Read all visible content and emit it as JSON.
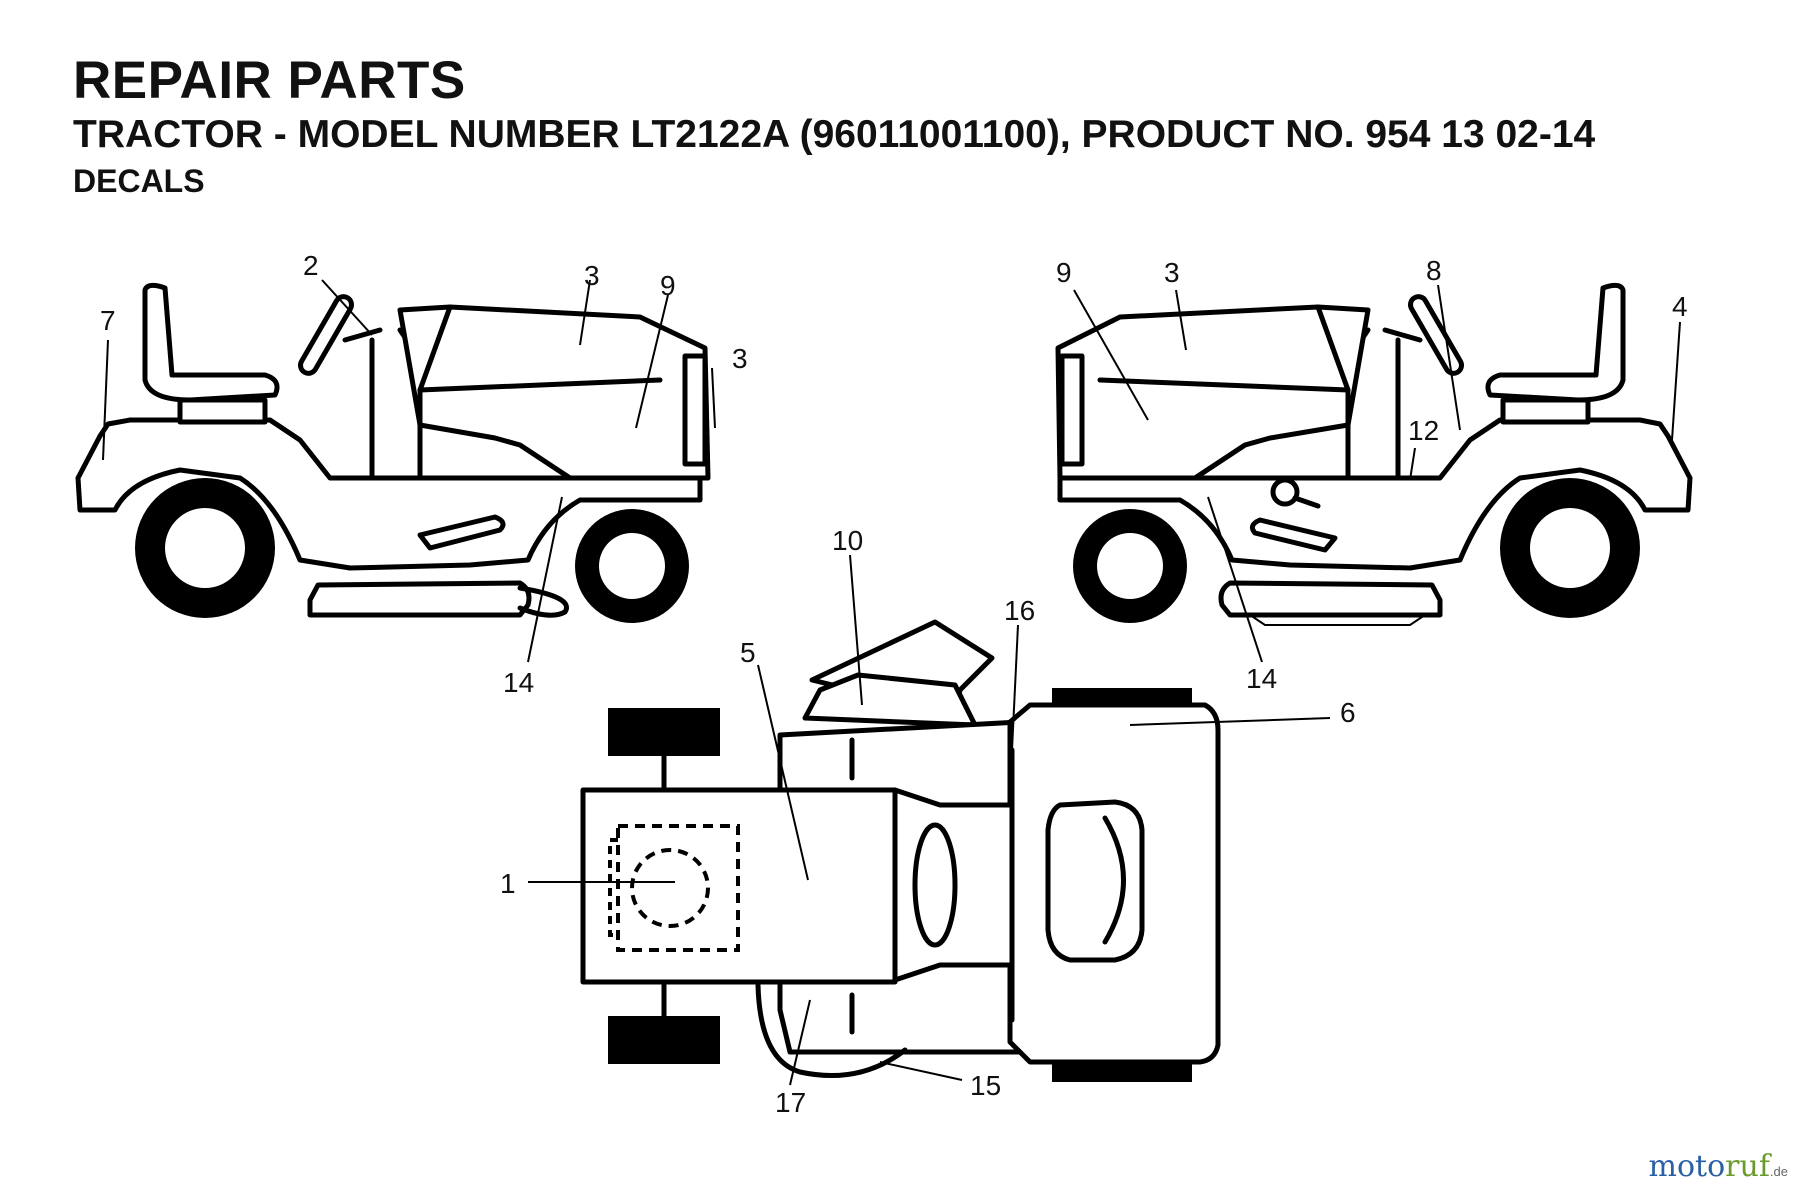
{
  "header": {
    "title": "REPAIR PARTS",
    "subtitle": "TRACTOR - MODEL NUMBER LT2122A (96011001100), PRODUCT NO. 954 13 02-14",
    "section": "DECALS"
  },
  "callouts": {
    "left_view": [
      "2",
      "7",
      "3",
      "9",
      "3",
      "14"
    ],
    "right_view": [
      "9",
      "3",
      "8",
      "4",
      "12",
      "14"
    ],
    "top_view": [
      "10",
      "16",
      "5",
      "6",
      "1",
      "17",
      "15"
    ]
  },
  "watermark": {
    "left": "moto",
    "right": "ruf",
    "suffix": ".de"
  }
}
